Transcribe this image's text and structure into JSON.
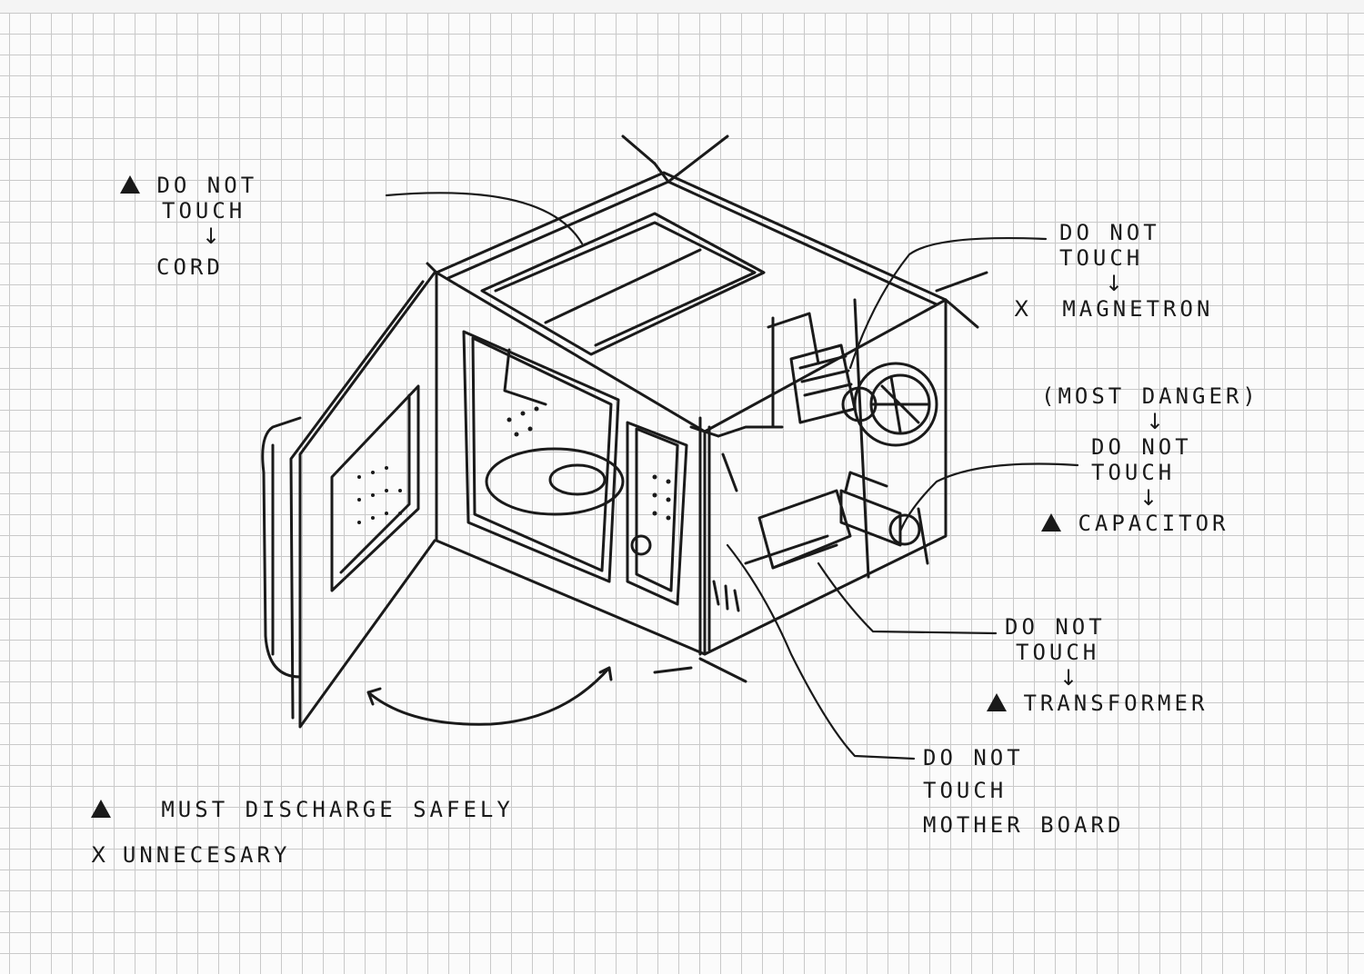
{
  "annotations": {
    "cord": {
      "line1": "DO NOT",
      "line2": "TOUCH",
      "arrow": "↓",
      "part": "CORD",
      "mark": "triangle"
    },
    "magnetron": {
      "line1": "DO NOT",
      "line2": "TOUCH",
      "arrow": "↓",
      "mark": "X",
      "part": "MAGNETRON"
    },
    "capacitor": {
      "note": "(MOST DANGER)",
      "arrow1": "↓",
      "line1": "DO NOT",
      "line2": "TOUCH",
      "arrow2": "↓",
      "mark": "triangle",
      "part": "CAPACITOR"
    },
    "transformer": {
      "line1": "DO NOT",
      "line2": "TOUCH",
      "arrow": "↓",
      "mark": "triangle",
      "part": "TRANSFORMER"
    },
    "motherboard": {
      "line1": "DO NOT",
      "line2": "TOUCH",
      "part": "MOTHER BOARD"
    }
  },
  "legend": {
    "triangle": {
      "symbol": "triangle",
      "text": "MUST DISCHARGE SAFELY"
    },
    "x": {
      "symbol": "X",
      "text": "UNNECESARY"
    }
  },
  "colors": {
    "ink": "#1a1a1a",
    "paper": "#fbfbfb",
    "grid": "#c9c9c9"
  }
}
